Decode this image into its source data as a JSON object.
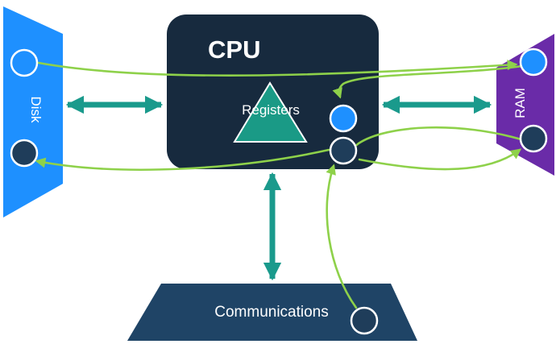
{
  "colors": {
    "disk": "#1e90ff",
    "cpu": "#172a3e",
    "ram": "#6a2ba8",
    "comms": "#1f4466",
    "registers": "#1a9a86",
    "connector": "#1a9a8c",
    "data_flow": "#8ed14a",
    "dot_light": "#1e90ff",
    "dot_dark": "#1f3d5a"
  },
  "labels": {
    "cpu": "CPU",
    "registers": "Registers",
    "disk": "Disk",
    "ram": "RAM",
    "communications": "Communications"
  }
}
